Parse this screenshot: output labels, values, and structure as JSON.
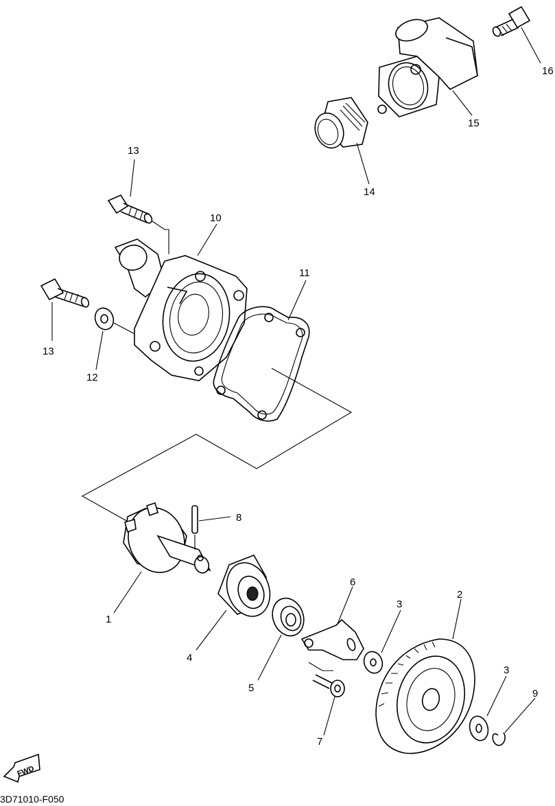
{
  "diagram": {
    "code": "3D71010-F050",
    "fwd_label": "FWD",
    "callouts": [
      {
        "id": "c1",
        "label": "1"
      },
      {
        "id": "c2",
        "label": "2"
      },
      {
        "id": "c3a",
        "label": "3"
      },
      {
        "id": "c3b",
        "label": "3"
      },
      {
        "id": "c4",
        "label": "4"
      },
      {
        "id": "c5",
        "label": "5"
      },
      {
        "id": "c6",
        "label": "6"
      },
      {
        "id": "c7",
        "label": "7"
      },
      {
        "id": "c8",
        "label": "8"
      },
      {
        "id": "c9",
        "label": "9"
      },
      {
        "id": "c10",
        "label": "10"
      },
      {
        "id": "c11",
        "label": "11"
      },
      {
        "id": "c12",
        "label": "12"
      },
      {
        "id": "c13a",
        "label": "13"
      },
      {
        "id": "c13b",
        "label": "13"
      },
      {
        "id": "c14",
        "label": "14"
      },
      {
        "id": "c15",
        "label": "15"
      },
      {
        "id": "c16",
        "label": "16"
      }
    ]
  }
}
